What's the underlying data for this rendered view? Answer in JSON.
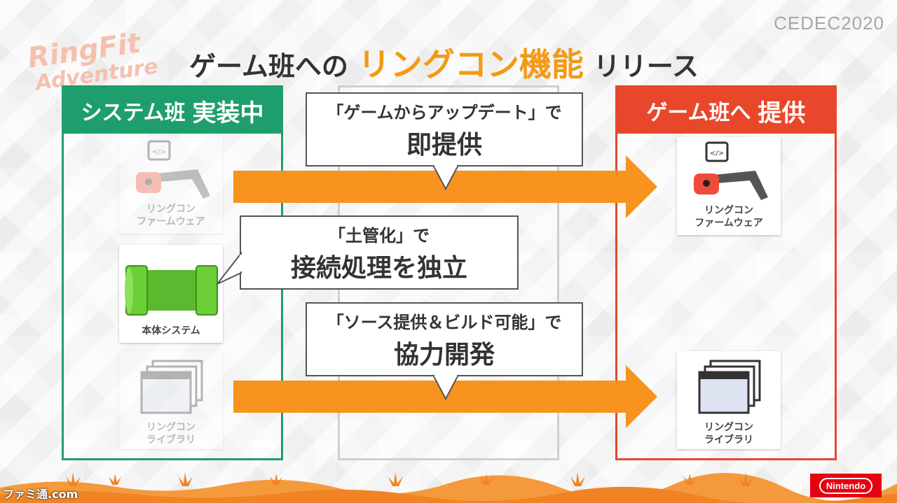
{
  "brand": {
    "logo_line1": "RingFit",
    "logo_line2": "Adventure",
    "logo_line3": "リングフィット アドベンチャー",
    "event": "CEDEC2020",
    "publisher": "Nintendo",
    "watermark": "ファミ通.com"
  },
  "title": {
    "part1": "ゲーム班への",
    "part2": "リングコン機能",
    "part3": "リリース"
  },
  "left_column": {
    "header_a": "システム班",
    "header_b": "実装中",
    "cards": [
      {
        "label_line1": "リングコン",
        "label_line2": "ファームウェア"
      },
      {
        "label_line1": "本体システム",
        "label_line2": ""
      },
      {
        "label_line1": "リングコン",
        "label_line2": "ライブラリ"
      }
    ]
  },
  "right_column": {
    "header_a": "ゲーム班へ",
    "header_b": "提供",
    "cards": [
      {
        "label_line1": "リングコン",
        "label_line2": "ファームウェア"
      },
      {
        "label_line1": "リングコン",
        "label_line2": "ライブラリ"
      }
    ]
  },
  "bubbles": [
    {
      "small": "「ゲームからアップデート」で",
      "big": "即提供"
    },
    {
      "small": "「土管化」で",
      "big": "接続処理を独立"
    },
    {
      "small": "「ソース提供＆ビルド可能」で",
      "big": "協力開発"
    }
  ],
  "colors": {
    "green": "#1e9e6c",
    "red": "#e8472b",
    "orange": "#f39a13",
    "arrow": "#f7931e",
    "pipe": "#5cb82e"
  }
}
